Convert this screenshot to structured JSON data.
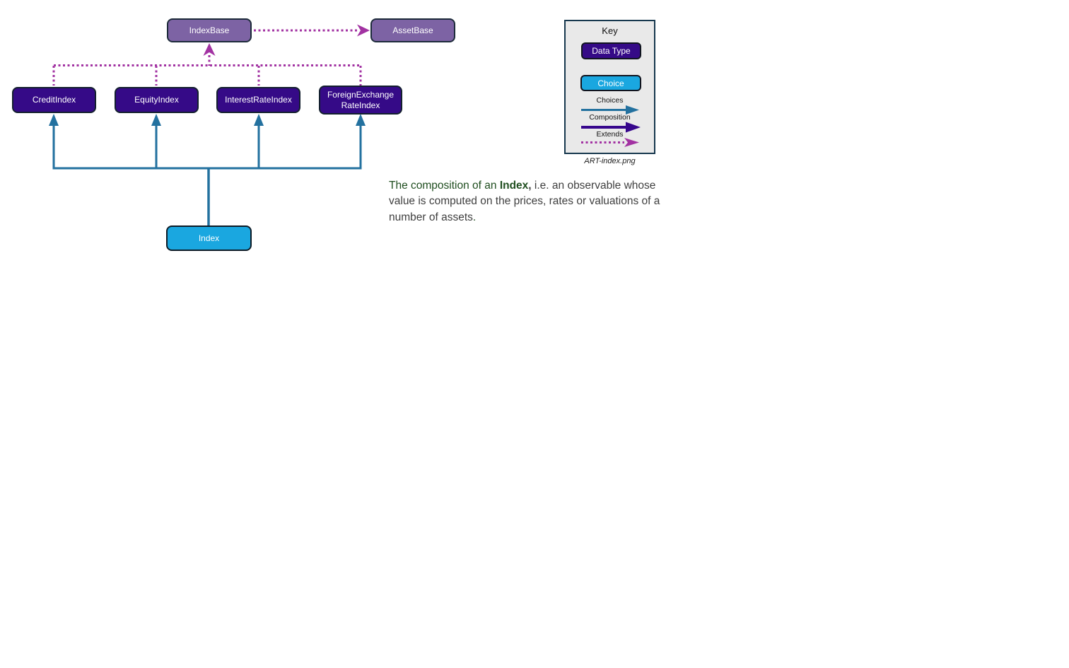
{
  "diagram": {
    "nodes": {
      "index_base": {
        "label": "IndexBase",
        "type": "base"
      },
      "asset_base": {
        "label": "AssetBase",
        "type": "base"
      },
      "credit_index": {
        "label": "CreditIndex",
        "type": "data-type"
      },
      "equity_index": {
        "label": "EquityIndex",
        "type": "data-type"
      },
      "interest_rate_index": {
        "label": "InterestRateIndex",
        "type": "data-type"
      },
      "foreign_exchange_rate_index": {
        "label": "ForeignExchange\nRateIndex",
        "type": "data-type"
      },
      "index": {
        "label": "Index",
        "type": "choice"
      }
    },
    "edges": [
      {
        "from": "IndexBase",
        "to": "AssetBase",
        "type": "extends"
      },
      {
        "from": "CreditIndex",
        "to": "IndexBase",
        "type": "extends"
      },
      {
        "from": "EquityIndex",
        "to": "IndexBase",
        "type": "extends"
      },
      {
        "from": "InterestRateIndex",
        "to": "IndexBase",
        "type": "extends"
      },
      {
        "from": "ForeignExchangeRateIndex",
        "to": "IndexBase",
        "type": "extends"
      },
      {
        "from": "Index",
        "to": "CreditIndex",
        "type": "choices"
      },
      {
        "from": "Index",
        "to": "EquityIndex",
        "type": "choices"
      },
      {
        "from": "Index",
        "to": "InterestRateIndex",
        "type": "choices"
      },
      {
        "from": "Index",
        "to": "ForeignExchangeRateIndex",
        "type": "choices"
      }
    ]
  },
  "key": {
    "title": "Key",
    "data_type_label": "Data Type",
    "choice_label": "Choice",
    "choices_label": "Choices",
    "composition_label": "Composition",
    "extends_label": "Extends",
    "caption": "ART-index.png"
  },
  "description": {
    "lead": "The composition of an ",
    "term": "Index",
    "comma": ",",
    "body": " i.e. an observable whose value is computed on the prices, rates or valuations of a number of assets",
    "period": "."
  },
  "colors": {
    "base_fill": "#7D63A4",
    "base_border": "#1D2B3A",
    "data_type_fill": "#350A87",
    "data_type_border": "#131F2E",
    "choice_fill": "#1AA7E0",
    "choice_border": "#0D1B26",
    "choices_arrow": "#23719F",
    "composition_arrow": "#36068C",
    "extends_arrow": "#A232A2",
    "key_bg": "#E9E9E9",
    "key_border": "#17384E",
    "text_green": "#1F4E1F",
    "text_gray": "#3F3F3F"
  }
}
